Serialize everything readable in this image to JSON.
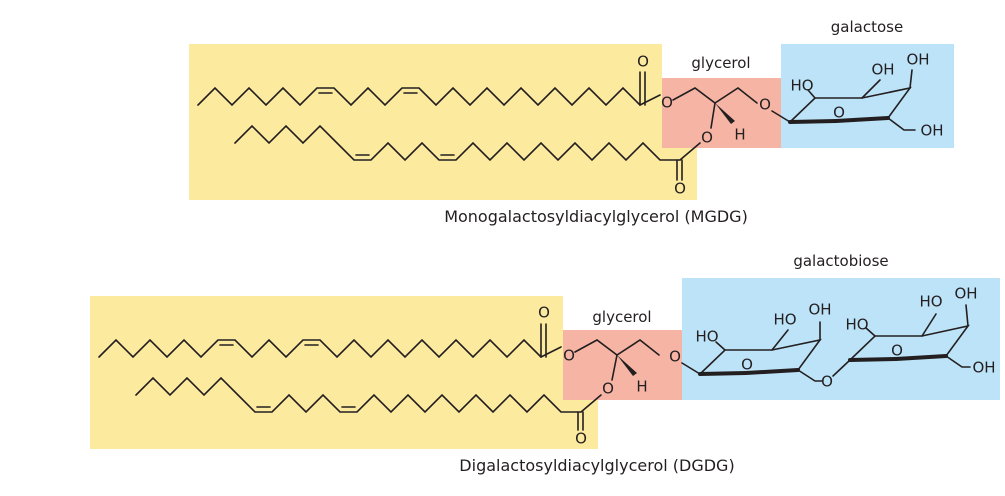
{
  "mgdg": {
    "name": "Monogalactosyldiacylglycerol (MGDG)",
    "glycerol_label": "glycerol",
    "sugar_label": "galactose",
    "colors": {
      "lipid": "#fcea9f",
      "glycerol": "#f6b5a4",
      "sugar": "#bde3f8"
    },
    "atoms": {
      "carbonyl_o": "O",
      "ester_o": "O",
      "h": "H",
      "ho": "HO",
      "oh": "OH",
      "ring_o": "O"
    }
  },
  "dgdg": {
    "name": "Digalactosyldiacylglycerol (DGDG)",
    "glycerol_label": "glycerol",
    "sugar_label": "galactobiose",
    "colors": {
      "lipid": "#fcea9f",
      "glycerol": "#f6b5a4",
      "sugar": "#bde3f8"
    },
    "atoms": {
      "carbonyl_o": "O",
      "ester_o": "O",
      "h": "H",
      "ho": "HO",
      "oh": "OH",
      "ring_o": "O"
    }
  }
}
